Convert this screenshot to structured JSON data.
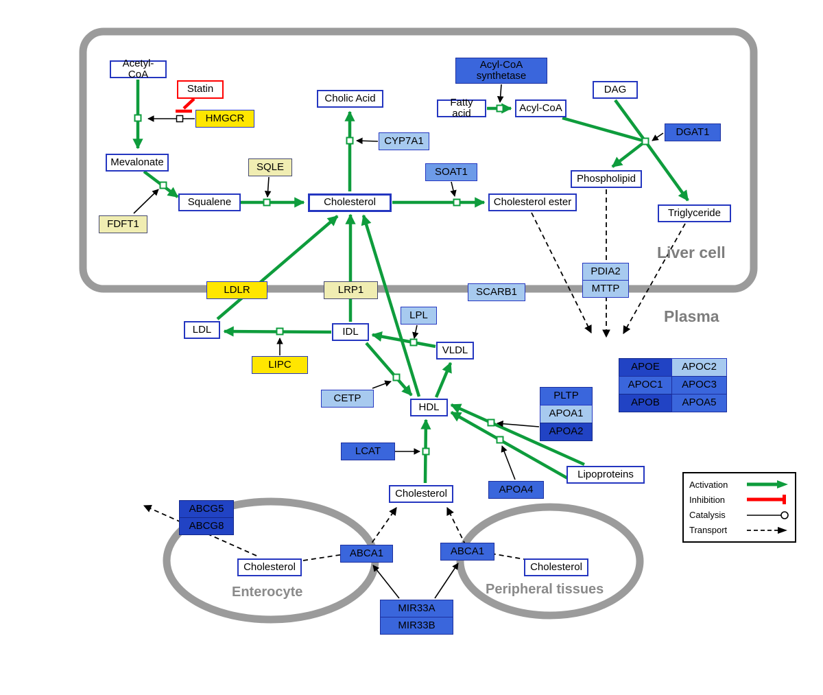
{
  "compartments": {
    "liver": "Liver cell",
    "plasma": "Plasma",
    "enterocyte": "Enterocyte",
    "peripheral": "Peripheral tissues"
  },
  "legend": {
    "activation": "Activation",
    "inhibition": "Inhibition",
    "catalysis": "Catalysis",
    "transport": "Transport"
  },
  "nodes": {
    "acetyl_coa": {
      "label": "Acetyl-CoA"
    },
    "statin": {
      "label": "Statin"
    },
    "hmgcr": {
      "label": "HMGCR"
    },
    "mevalonate": {
      "label": "Mevalonate"
    },
    "fdft1": {
      "label": "FDFT1"
    },
    "squalene": {
      "label": "Squalene"
    },
    "sqle": {
      "label": "SQLE"
    },
    "cholesterol_liver": {
      "label": "Cholesterol"
    },
    "cholic_acid": {
      "label": "Cholic Acid"
    },
    "cyp7a1": {
      "label": "CYP7A1"
    },
    "soat1": {
      "label": "SOAT1"
    },
    "cholesterol_ester": {
      "label": "Cholesterol ester"
    },
    "acyl_coa_synthetase": {
      "label": "Acyl-CoA synthetase"
    },
    "fatty_acid": {
      "label": "Fatty acid"
    },
    "acyl_coa": {
      "label": "Acyl-CoA"
    },
    "dag": {
      "label": "DAG"
    },
    "dgat1": {
      "label": "DGAT1"
    },
    "phospholipid": {
      "label": "Phospholipid"
    },
    "triglyceride": {
      "label": "Triglyceride"
    },
    "pdia2": {
      "label": "PDIA2"
    },
    "mttp": {
      "label": "MTTP"
    },
    "ldlr": {
      "label": "LDLR"
    },
    "lrp1": {
      "label": "LRP1"
    },
    "scarb1": {
      "label": "SCARB1"
    },
    "ldl": {
      "label": "LDL"
    },
    "idl": {
      "label": "IDL"
    },
    "lpl": {
      "label": "LPL"
    },
    "vldl": {
      "label": "VLDL"
    },
    "lipc": {
      "label": "LIPC"
    },
    "cetp": {
      "label": "CETP"
    },
    "hdl": {
      "label": "HDL"
    },
    "lcat": {
      "label": "LCAT"
    },
    "apoe": {
      "label": "APOE"
    },
    "apoc2": {
      "label": "APOC2"
    },
    "apoc1": {
      "label": "APOC1"
    },
    "apoc3": {
      "label": "APOC3"
    },
    "apob": {
      "label": "APOB"
    },
    "apoa5": {
      "label": "APOA5"
    },
    "pltp": {
      "label": "PLTP"
    },
    "apoa1": {
      "label": "APOA1"
    },
    "apoa2": {
      "label": "APOA2"
    },
    "apoa4": {
      "label": "APOA4"
    },
    "lipoproteins": {
      "label": "Lipoproteins"
    },
    "cholesterol_plasma": {
      "label": "Cholesterol"
    },
    "abcg5": {
      "label": "ABCG5"
    },
    "abcg8": {
      "label": "ABCG8"
    },
    "cholesterol_enterocyte": {
      "label": "Cholesterol"
    },
    "abca1_enterocyte": {
      "label": "ABCA1"
    },
    "abca1_peripheral": {
      "label": "ABCA1"
    },
    "cholesterol_peripheral": {
      "label": "Cholesterol"
    },
    "mir33a": {
      "label": "MIR33A"
    },
    "mir33b": {
      "label": "MIR33B"
    }
  },
  "colors": {
    "activation": "#0E9C3C",
    "inhibition": "#FF0000",
    "membrane": "#9B9B9B",
    "metabolite_border": "#2436C0",
    "gene_yellow": "#FFE600",
    "gene_pale_yellow": "#F0EDB2",
    "gene_light_blue": "#A7CAEF",
    "gene_mid_blue": "#6D9BE8",
    "gene_blue": "#3A66DC",
    "gene_dark_blue": "#2143C4"
  }
}
